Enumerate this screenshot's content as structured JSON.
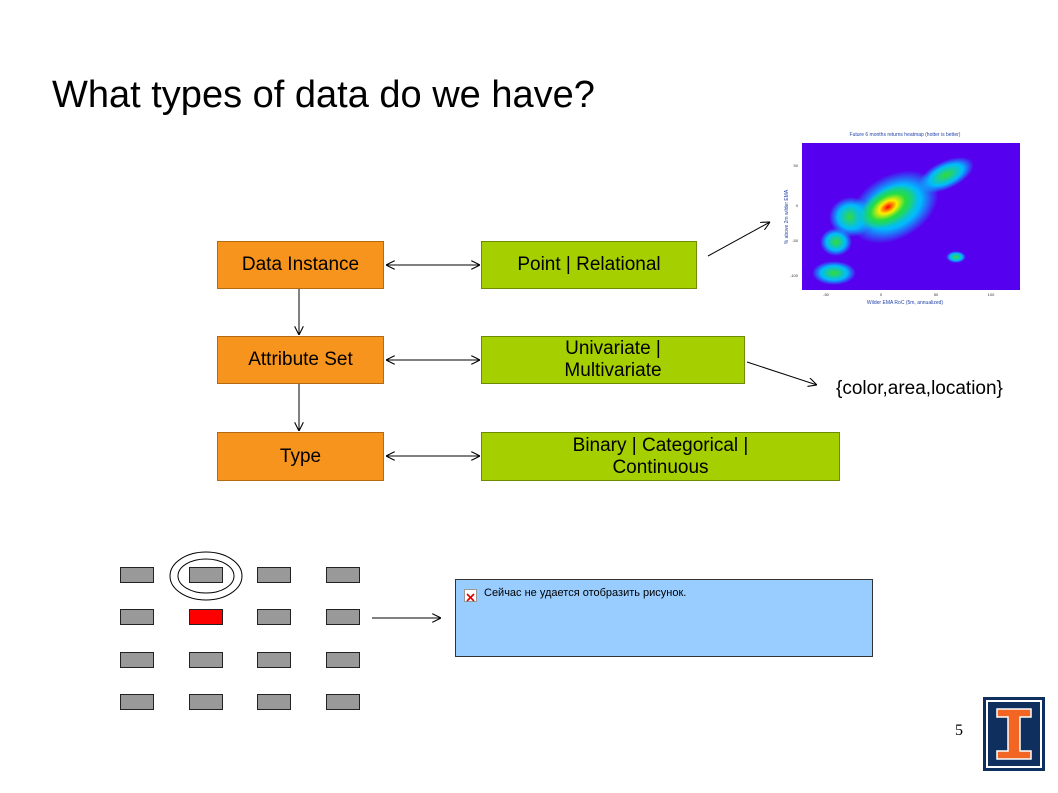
{
  "slide": {
    "title": "What types of data do we have?",
    "page_number": "5"
  },
  "diagram": {
    "left_boxes": [
      "Data Instance",
      "Attribute Set",
      "Type"
    ],
    "right_boxes": [
      "Point | Relational",
      "Univariate | Multivariate",
      "Binary | Categorical | Continuous"
    ],
    "encoding_label": "{color,area,location}"
  },
  "heatmap": {
    "title": "Future 6 months returns heatmap (hotter is better)",
    "xlabel": "Wilder EMA RoC (5m, annualized)",
    "ylabel": "% above 2m wilder EMA",
    "x_ticks": [
      "-50",
      "0",
      "50",
      "100"
    ],
    "y_ticks": [
      "50",
      "0",
      "-50",
      "-100"
    ]
  },
  "broken_image": {
    "message": "Сейчас не удается отобразить рисунок."
  },
  "grid": {
    "rows": 4,
    "cols": 4,
    "highlighted": [
      0,
      1
    ],
    "selected": [
      1,
      1
    ]
  },
  "colors": {
    "orange": "#f7941d",
    "green": "#a6cf00",
    "cell": "#999999",
    "cell_selected": "#ff0000",
    "broken_bg": "#99ccff",
    "logo": "#0f2f5e"
  }
}
